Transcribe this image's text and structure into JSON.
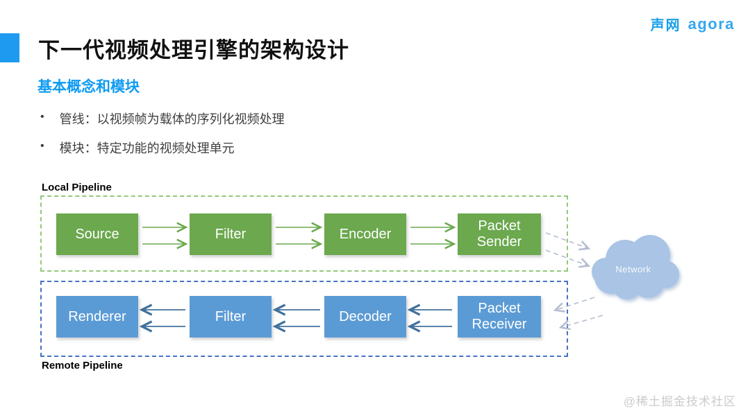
{
  "page": {
    "title": "下一代视频处理引擎的架构设计",
    "subtitle": "基本概念和模块",
    "bullets": [
      "管线：以视频帧为载体的序列化视频处理",
      "模块：特定功能的视频处理单元"
    ],
    "watermark": "@稀土掘金技术社区"
  },
  "logo": {
    "cn": "声网",
    "en": "agora"
  },
  "diagram": {
    "local_pipeline": {
      "label": "Local Pipeline",
      "modules": [
        "Source",
        "Filter",
        "Encoder",
        "Packet Sender"
      ]
    },
    "remote_pipeline": {
      "label": "Remote Pipeline",
      "modules": [
        "Renderer",
        "Filter",
        "Decoder",
        "Packet Receiver"
      ]
    },
    "network": {
      "label": "Network"
    },
    "colors": {
      "accent_blue": "#1E9BF0",
      "subtitle_blue": "#0E9BF2",
      "local_module_green": "#6BA84E",
      "local_border_green": "#92C877",
      "remote_module_blue": "#5B9BD5",
      "remote_border_blue": "#4472C4",
      "remote_arrow_blue": "#41719C",
      "network_cloud_blue": "#A9C4E4",
      "dashed_arrow_gray": "#B4BDD0",
      "logo_blue": "#199FE9"
    }
  }
}
